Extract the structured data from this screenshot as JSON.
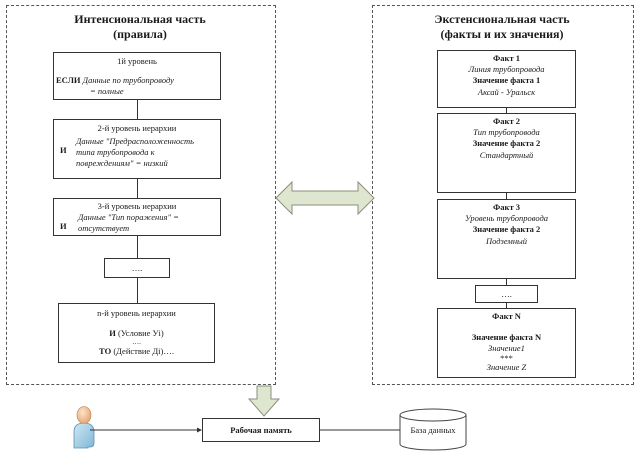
{
  "left_panel": {
    "title_line1": "Интенсиональная часть",
    "title_line2": "(правила)",
    "level1": {
      "header": "1й уровень",
      "keyword": "ЕСЛИ",
      "condition": "Данные по трубопроводу",
      "condition_value": "= полные"
    },
    "level2": {
      "header": "2-й уровень иерархии",
      "keyword": "И",
      "condition_line1": "Данные \"Предрасположенность",
      "condition_line2": "типа трубопровода к",
      "condition_line3": "повреждениям\" = низкий"
    },
    "level3": {
      "header": "3-й уровень иерархии",
      "keyword": "И",
      "condition_line1": "Данные \"Тип поражения\" =",
      "condition_line2": "отсутствует"
    },
    "ellipsis": "….",
    "leveln": {
      "header": "n-й уровень иерархии",
      "and_keyword": "И",
      "and_text": "(Условие Уi)",
      "dots": "….",
      "then_keyword": "ТО",
      "then_text": "(Действие Дi)…."
    }
  },
  "right_panel": {
    "title_line1": "Экстенсиональная часть",
    "title_line2": "(факты и их значения)",
    "facts": [
      {
        "title": "Факт 1",
        "name": "Линия трубопровода",
        "value_label": "Значение факта 1",
        "value": "Аксай - Уральск"
      },
      {
        "title": "Факт 2",
        "name": "Тип трубопровода",
        "value_label": "Значение факта 2",
        "value": "Стандартный"
      },
      {
        "title": "Факт 3",
        "name": "Уровень трубопровода",
        "value_label": "Значение факта 2",
        "value": "Подземный"
      }
    ],
    "ellipsis": "….",
    "fact_n": {
      "title": "Факт N",
      "value_label": "Значение факта N",
      "value1": "Значение1",
      "stars": "***",
      "valuez": "Значение Z"
    }
  },
  "bottom": {
    "working_memory": "Рабочая память",
    "database": "База данных"
  },
  "colors": {
    "arrow_fill": "#dfe6cf",
    "arrow_stroke": "#8a8f7e",
    "user_body": "#a9d2ea",
    "user_head": "#f4c49a"
  }
}
